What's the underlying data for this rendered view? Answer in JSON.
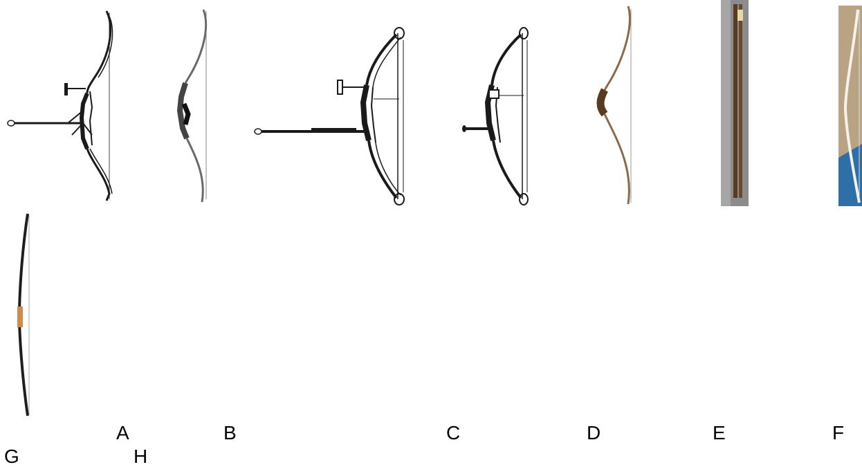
{
  "labels": {
    "a": "A",
    "b": "B",
    "c": "C",
    "d": "D",
    "e": "E",
    "f": "F",
    "g": "G",
    "h": "H"
  },
  "colors": {
    "ink": "#1a1a1a",
    "wood_dark": "#5a3b22",
    "wood_mid": "#8a6a4a",
    "grip_leather": "#d08a4a",
    "photo_bg_grey": "#8c8c8c",
    "photo_bg_tan": "#b8a383",
    "floor_blue": "#2f6fa8"
  },
  "figures": [
    {
      "id": "bow-1",
      "kind": "recurve-bow-with-stabilizer-drawing"
    },
    {
      "id": "bow-2",
      "kind": "recurve-bow-photo"
    },
    {
      "id": "bow-3",
      "kind": "compound-bow-with-stabilizer-drawing"
    },
    {
      "id": "bow-4",
      "kind": "compound-bow-drawing"
    },
    {
      "id": "bow-5",
      "kind": "wooden-recurve-bow-photo"
    },
    {
      "id": "bow-6",
      "kind": "unstrung-bow-staves-photo"
    },
    {
      "id": "bow-7",
      "kind": "white-bow-photo"
    },
    {
      "id": "bow-8",
      "kind": "longbow-photo"
    }
  ]
}
